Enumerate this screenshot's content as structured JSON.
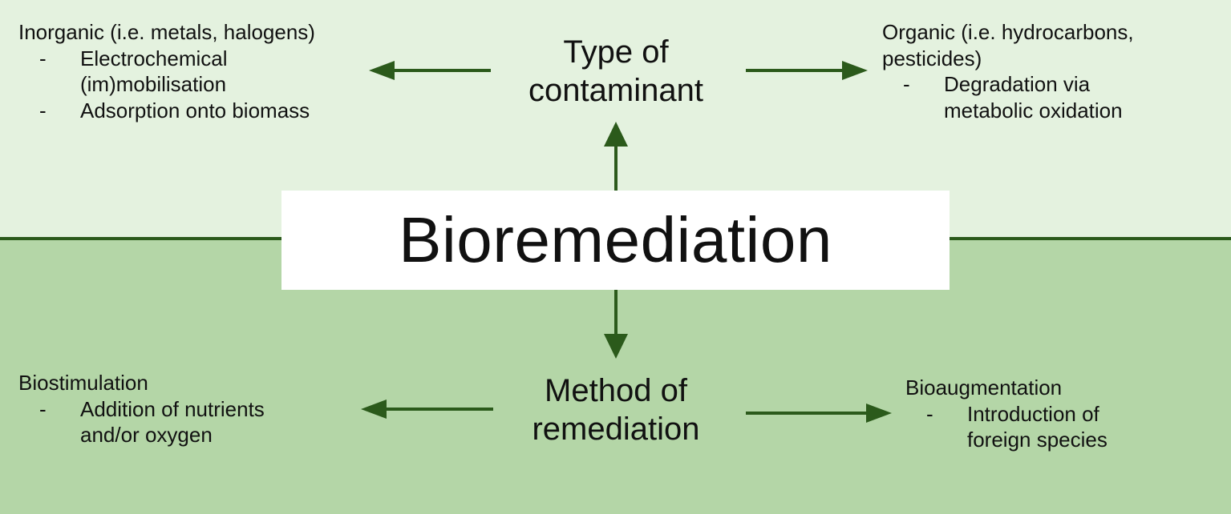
{
  "colors": {
    "top_band": "#e4f2df",
    "bottom_band": "#b4d6a7",
    "accent": "#2b5a1b",
    "center_box": "#ffffff"
  },
  "center": {
    "title": "Bioremediation"
  },
  "type_of_contaminant": {
    "label_line1": "Type of",
    "label_line2": "contaminant",
    "inorganic": {
      "heading": "Inorganic (i.e. metals, halogens)",
      "items": [
        "Electrochemical (im)mobilisation",
        "Adsorption onto biomass"
      ]
    },
    "organic": {
      "heading_line1": "Organic (i.e. hydrocarbons,",
      "heading_line2": "pesticides)",
      "items": [
        "Degradation via metabolic oxidation"
      ]
    }
  },
  "method_of_remediation": {
    "label_line1": "Method of",
    "label_line2": "remediation",
    "biostimulation": {
      "heading": "Biostimulation",
      "items": [
        "Addition of nutrients and/or oxygen"
      ]
    },
    "bioaugmentation": {
      "heading": "Bioaugmentation",
      "items": [
        "Introduction of foreign species"
      ]
    }
  }
}
